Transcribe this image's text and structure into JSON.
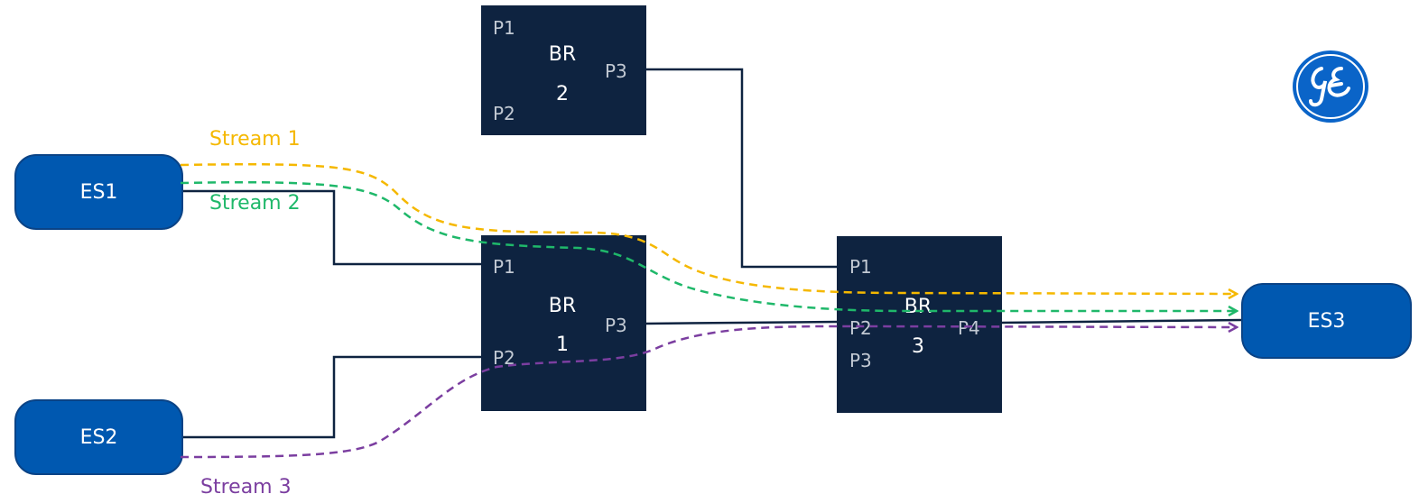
{
  "end_stations": {
    "es1": "ES1",
    "es2": "ES2",
    "es3": "ES3"
  },
  "bridges": {
    "br1": {
      "name": "BR",
      "number": "1",
      "ports": {
        "p1": "P1",
        "p2": "P2",
        "p3": "P3"
      }
    },
    "br2": {
      "name": "BR",
      "number": "2",
      "ports": {
        "p1": "P1",
        "p2": "P2",
        "p3": "P3"
      }
    },
    "br3": {
      "name": "BR",
      "number": "3",
      "ports": {
        "p1": "P1",
        "p2": "P2",
        "p3": "P3",
        "p4": "P4"
      }
    }
  },
  "streams": [
    {
      "label": "Stream 1",
      "color": "#f5b800"
    },
    {
      "label": "Stream 2",
      "color": "#1fb86a"
    },
    {
      "label": "Stream 3",
      "color": "#7b3ea0"
    }
  ],
  "colors": {
    "link_line": "#0e2340",
    "bridge_fill": "#0e2340",
    "end_station_fill": "#0058b0",
    "logo_blue": "#0a64c8"
  },
  "logo": {
    "icon": "ge-monogram-logo"
  }
}
